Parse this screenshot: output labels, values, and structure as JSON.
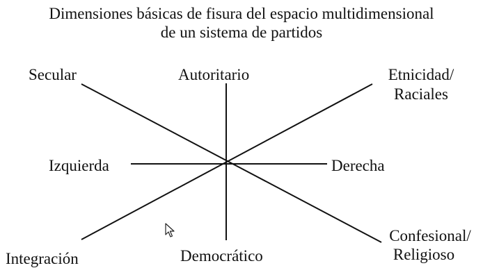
{
  "title": {
    "line1": "Dimensiones básicas de fisura del espacio multidimensional",
    "line2": "de un sistema de partidos"
  },
  "labels": {
    "secular": "Secular",
    "autoritario": "Autoritario",
    "etnicidad_line1": "Etnicidad/",
    "etnicidad_line2": "Raciales",
    "izquierda": "Izquierda",
    "derecha": "Derecha",
    "integracion": "Integración",
    "democratico": "Democrático",
    "confesional_line1": "Confesional/",
    "confesional_line2": "Religioso"
  },
  "colors": {
    "line": "#111111",
    "text": "#111111"
  },
  "icons": {
    "cursor": "mouse-pointer-icon"
  }
}
